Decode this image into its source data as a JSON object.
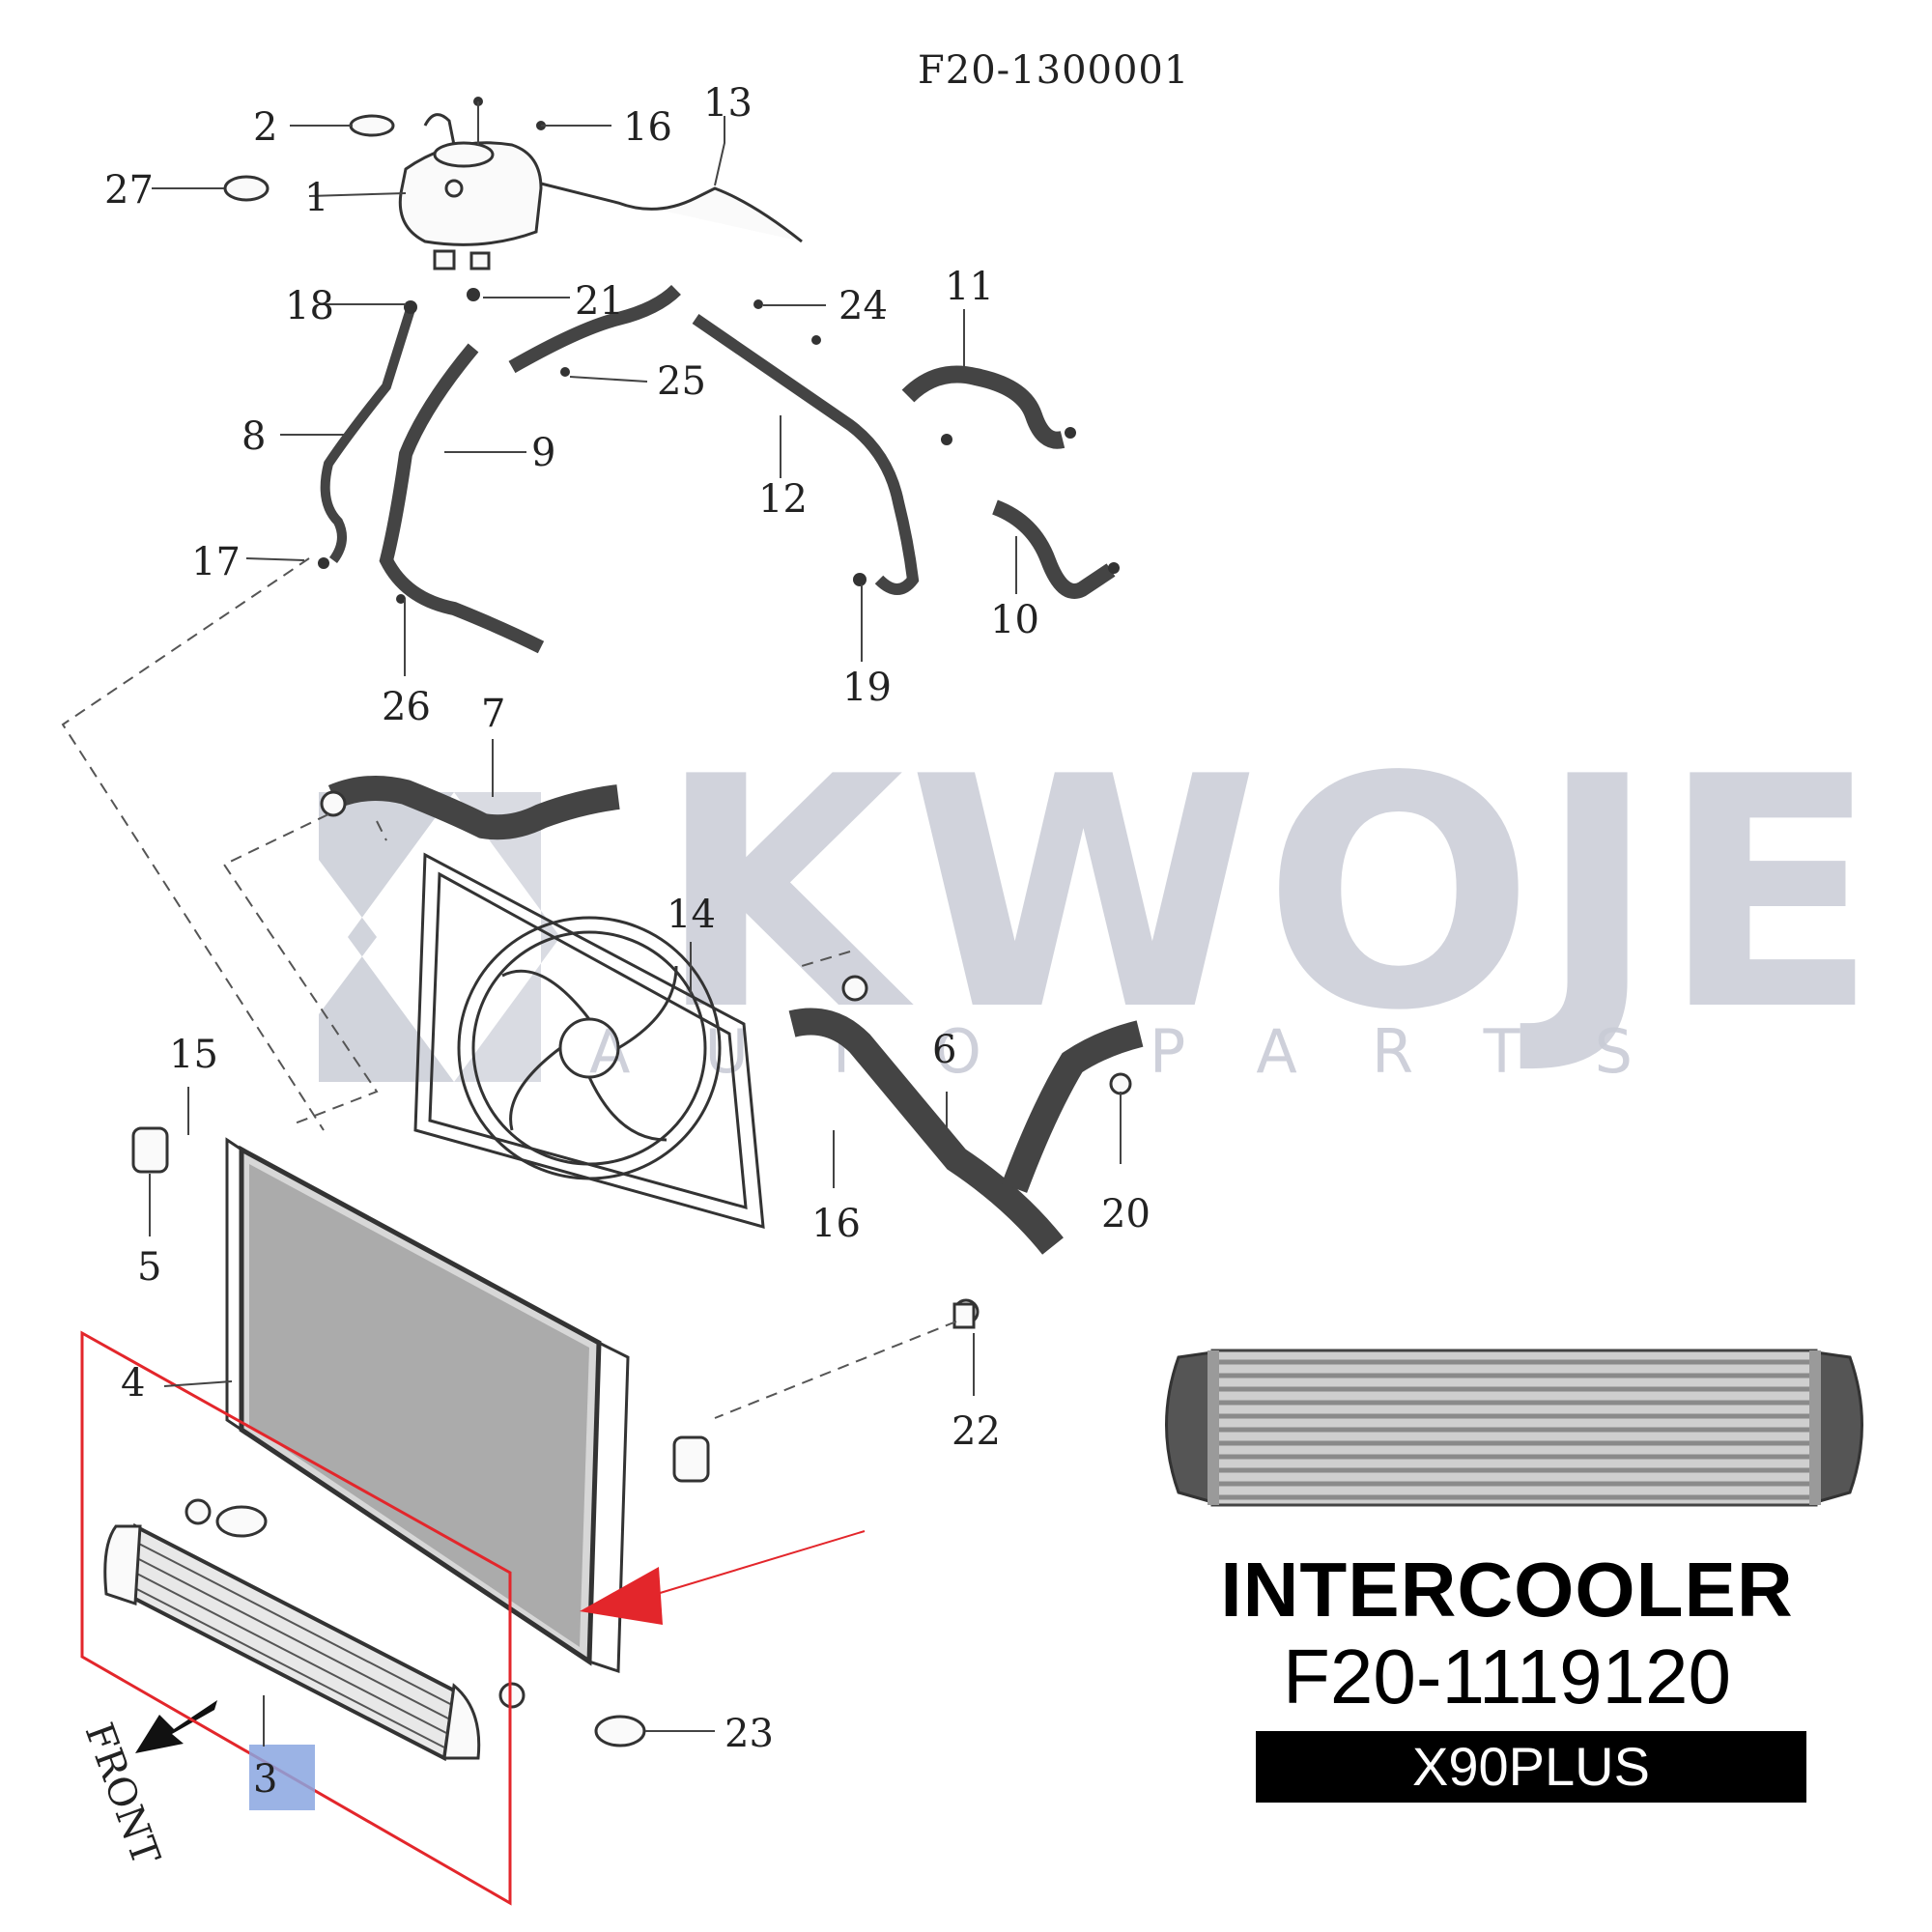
{
  "diagram_code": "F20-1300001",
  "watermark": {
    "brand": "KWOJE",
    "tagline": "AUTO PARTS"
  },
  "callouts": {
    "c1": "1",
    "c2": "2",
    "c3": "3",
    "c4": "4",
    "c5": "5",
    "c6": "6",
    "c7": "7",
    "c8": "8",
    "c9": "9",
    "c10": "10",
    "c11": "11",
    "c12": "12",
    "c13": "13",
    "c14": "14",
    "c15": "15",
    "c16": "16",
    "c16b": "16",
    "c17": "17",
    "c18": "18",
    "c19": "19",
    "c20": "20",
    "c21": "21",
    "c22": "22",
    "c23": "23",
    "c24": "24",
    "c25": "25",
    "c26": "26",
    "c27": "27"
  },
  "front_label": "FRONT",
  "product": {
    "title": "INTERCOOLER",
    "part_number": "F20-1119120",
    "model": "X90PLUS"
  },
  "colors": {
    "highlight": "#e3262b",
    "part_box": "#8aa6e0",
    "watermark": "#c9ccd6",
    "model_bg": "#000000"
  }
}
